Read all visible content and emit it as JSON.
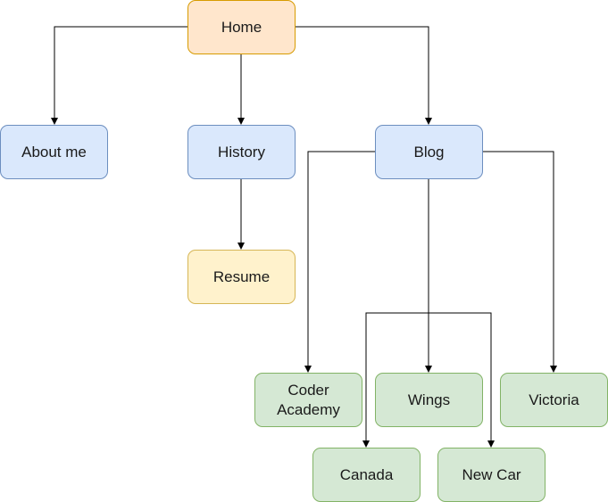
{
  "diagram": {
    "nodes": {
      "home": {
        "label": "Home",
        "fill": "#ffe6cc",
        "stroke": "#d79b00"
      },
      "about": {
        "label": "About me",
        "fill": "#dae8fc",
        "stroke": "#6c8ebf"
      },
      "history": {
        "label": "History",
        "fill": "#dae8fc",
        "stroke": "#6c8ebf"
      },
      "blog": {
        "label": "Blog",
        "fill": "#dae8fc",
        "stroke": "#6c8ebf"
      },
      "resume": {
        "label": "Resume",
        "fill": "#fff2cc",
        "stroke": "#d6b656"
      },
      "coder_academy": {
        "label": "Coder\nAcademy",
        "fill": "#d5e8d4",
        "stroke": "#82b366"
      },
      "wings": {
        "label": "Wings",
        "fill": "#d5e8d4",
        "stroke": "#82b366"
      },
      "victoria": {
        "label": "Victoria",
        "fill": "#d5e8d4",
        "stroke": "#82b366"
      },
      "canada": {
        "label": "Canada",
        "fill": "#d5e8d4",
        "stroke": "#82b366"
      },
      "new_car": {
        "label": "New Car",
        "fill": "#d5e8d4",
        "stroke": "#82b366"
      }
    },
    "edges": [
      {
        "from": "home",
        "to": "about"
      },
      {
        "from": "home",
        "to": "history"
      },
      {
        "from": "home",
        "to": "blog"
      },
      {
        "from": "history",
        "to": "resume"
      },
      {
        "from": "blog",
        "to": "coder_academy"
      },
      {
        "from": "blog",
        "to": "wings"
      },
      {
        "from": "blog",
        "to": "victoria"
      },
      {
        "from": "blog",
        "to": "canada"
      },
      {
        "from": "blog",
        "to": "new_car"
      }
    ],
    "line_color": "#000000"
  }
}
